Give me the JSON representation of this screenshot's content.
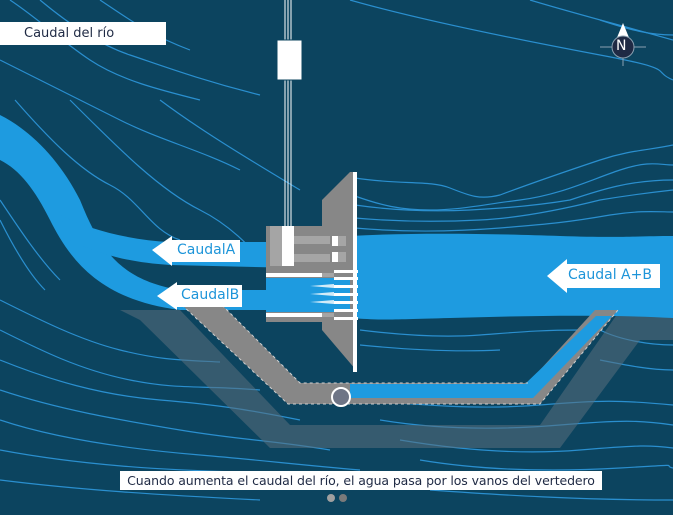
{
  "title": "Caudal del río",
  "caption": "Cuando aumenta el caudal del río, el agua pasa por los vanos del vertedero",
  "compass": {
    "icon": "north-arrow-icon",
    "label": "N"
  },
  "flows": {
    "caudal_a": "CaudalA",
    "caudal_b": "CaudalB",
    "caudal_ab": "Caudal A+B"
  },
  "pagination": {
    "total": 2,
    "active": 1
  },
  "colors": {
    "background": "#0c445f",
    "river": "#1e9be0",
    "contour": "#2a8fcf",
    "structure": "#878787",
    "label_box": "#ffffff",
    "text_dark": "#1f2a44"
  }
}
